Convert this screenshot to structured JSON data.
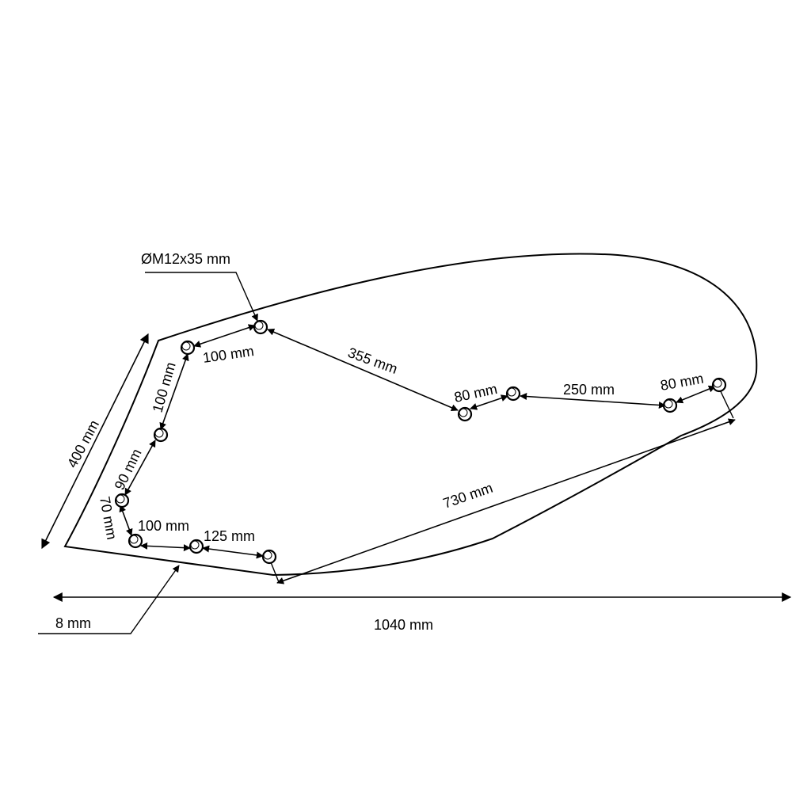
{
  "diagram": {
    "callouts": {
      "bolt_spec": "ØM12x35 mm",
      "thickness": "8 mm"
    },
    "dimensions": {
      "overall_width": "1040 mm",
      "height": "400 mm",
      "rear_span": "730 mm",
      "top_pitch_1": "100 mm",
      "top_pitch_2": "355 mm",
      "top_pitch_3": "80 mm",
      "top_pitch_4": "250 mm",
      "top_pitch_5": "80 mm",
      "left_pitch_1": "100 mm",
      "left_pitch_2": "90 mm",
      "left_pitch_3": "70 mm",
      "bottom_pitch_1": "100 mm",
      "bottom_pitch_2": "125 mm"
    }
  }
}
